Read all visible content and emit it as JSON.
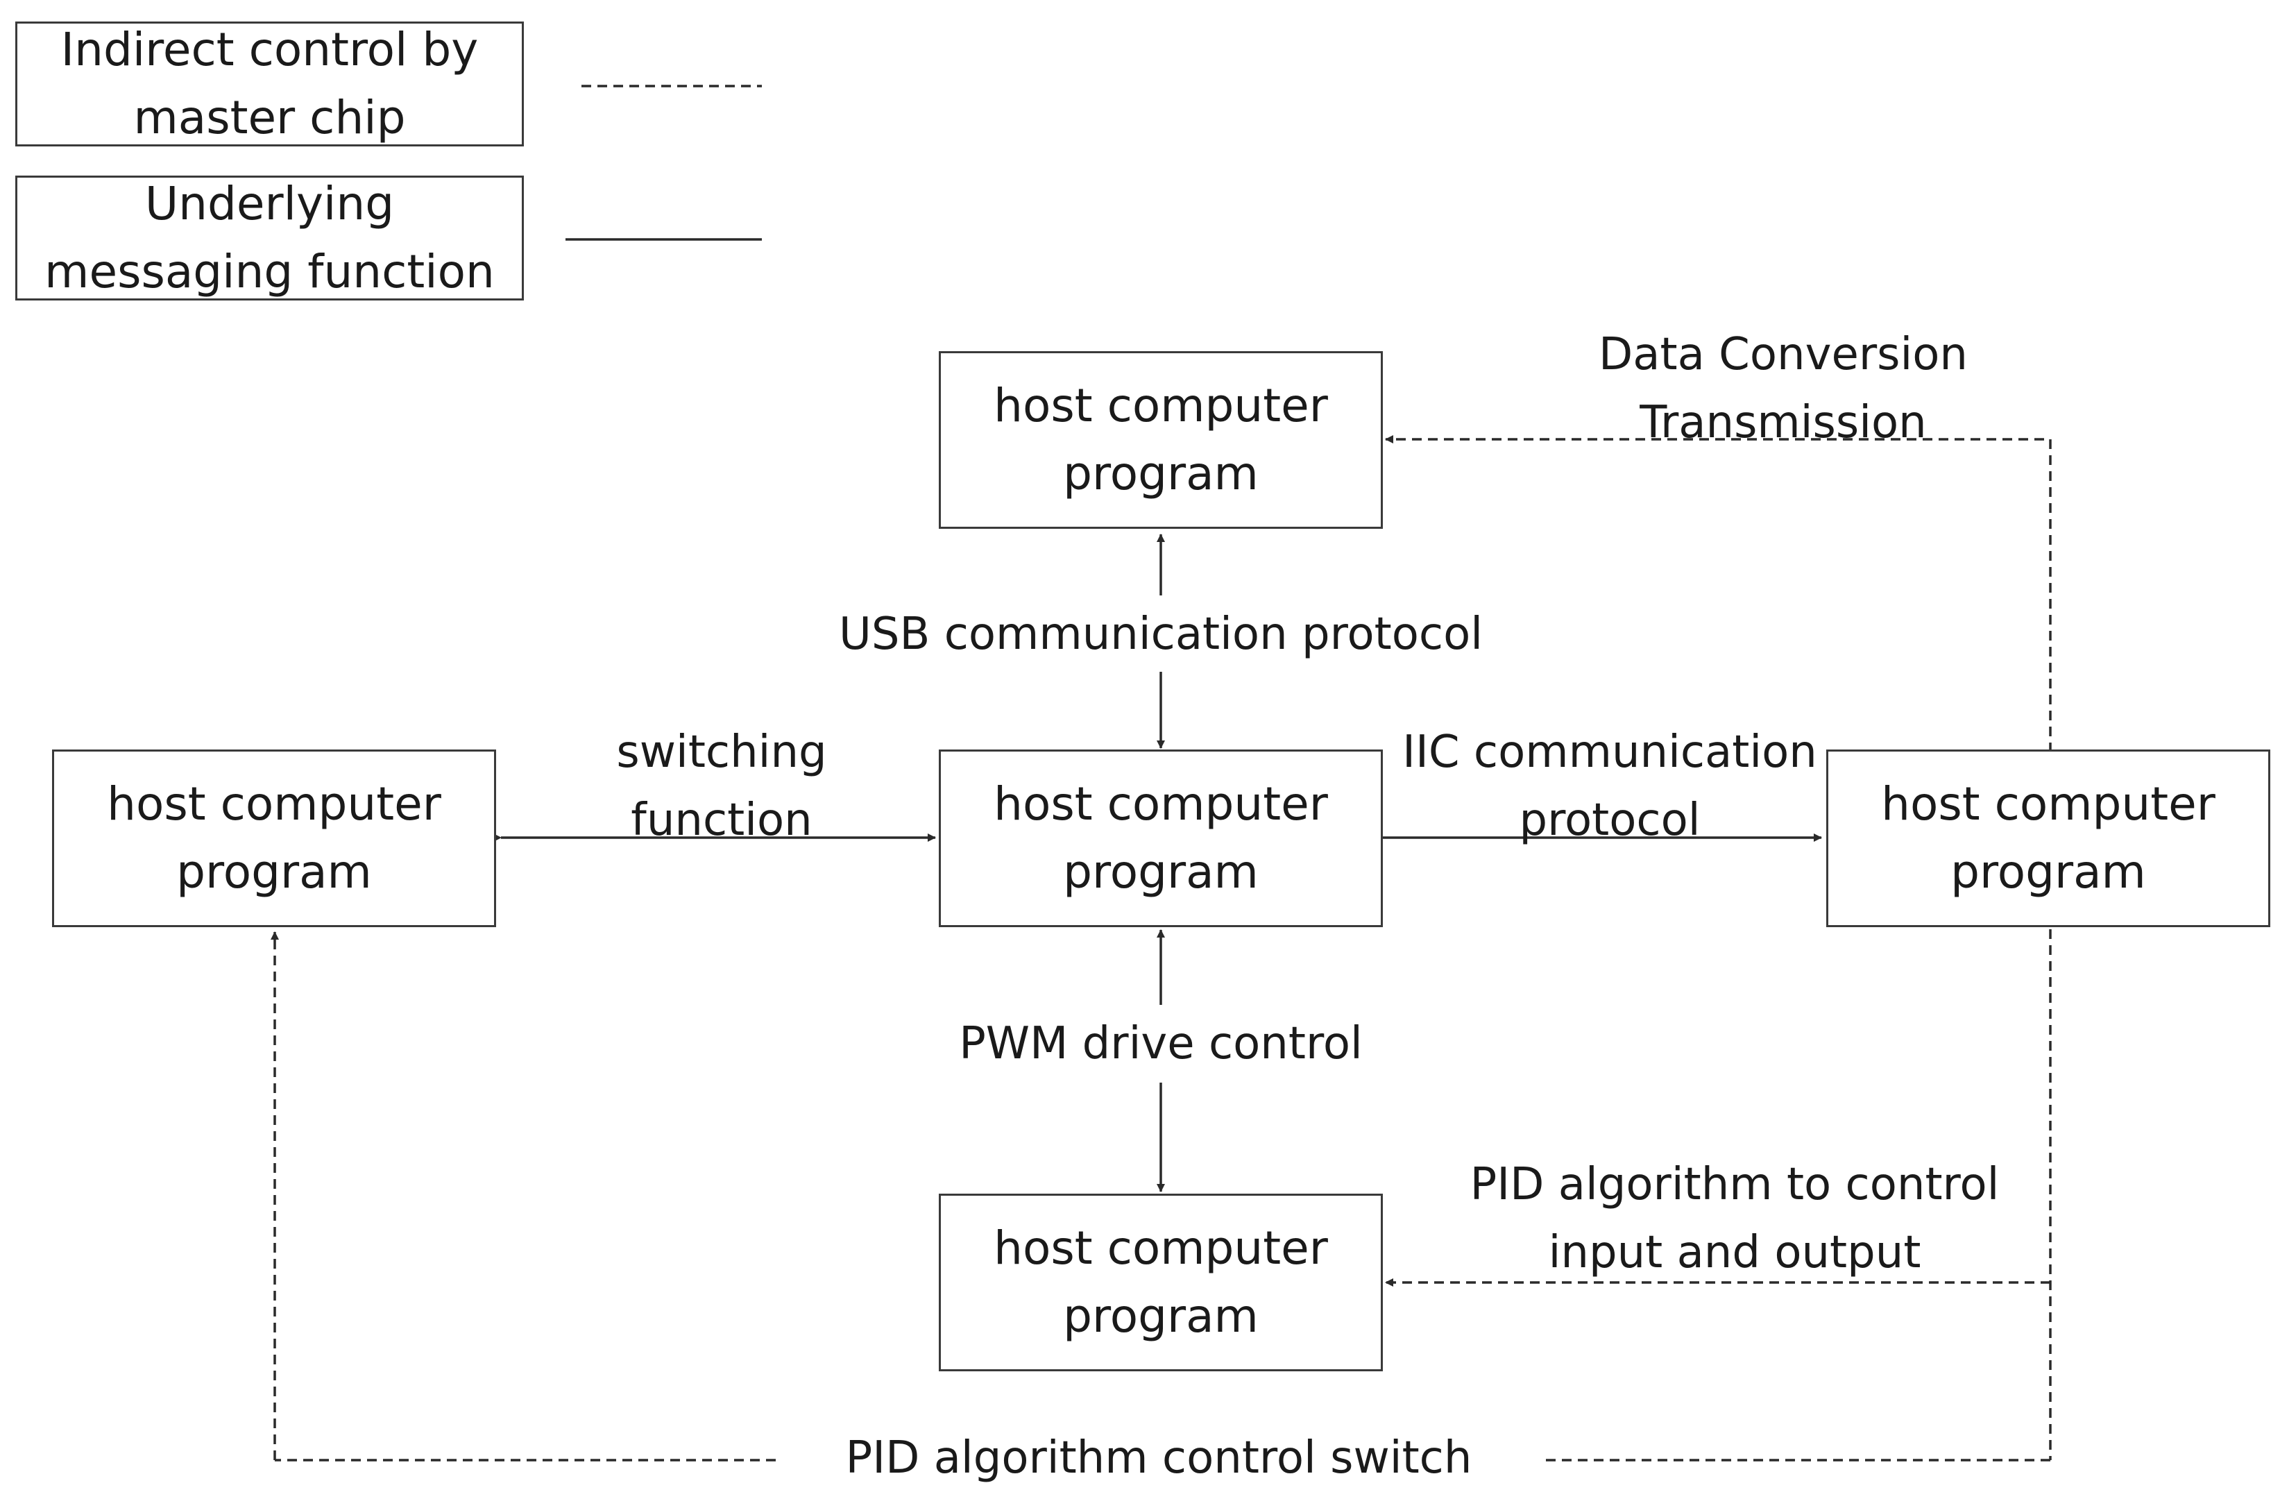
{
  "legend": {
    "indirect_line1": "Indirect control by",
    "indirect_line2": "master chip",
    "underlying_line1": "Underlying",
    "underlying_line2": "messaging function"
  },
  "nodes": {
    "top": {
      "line1": "host computer",
      "line2": "program"
    },
    "left": {
      "line1": "host computer",
      "line2": "program"
    },
    "center": {
      "line1": "host computer",
      "line2": "program"
    },
    "right": {
      "line1": "host computer",
      "line2": "program"
    },
    "bottom": {
      "line1": "host computer",
      "line2": "program"
    }
  },
  "edges": {
    "usb": "USB communication protocol",
    "switching_line1": "switching",
    "switching_line2": "function",
    "iic_line1": "IIC communication",
    "iic_line2": "protocol",
    "pwm": "PWM drive control",
    "data_conv_line1": "Data Conversion",
    "data_conv_line2": "Transmission",
    "pid_io_line1": "PID algorithm to control",
    "pid_io_line2": "input and output",
    "pid_switch": "PID algorithm control switch"
  },
  "colors": {
    "stroke": "#2a2a2a",
    "text": "#1a1a1a",
    "background": "#ffffff"
  }
}
